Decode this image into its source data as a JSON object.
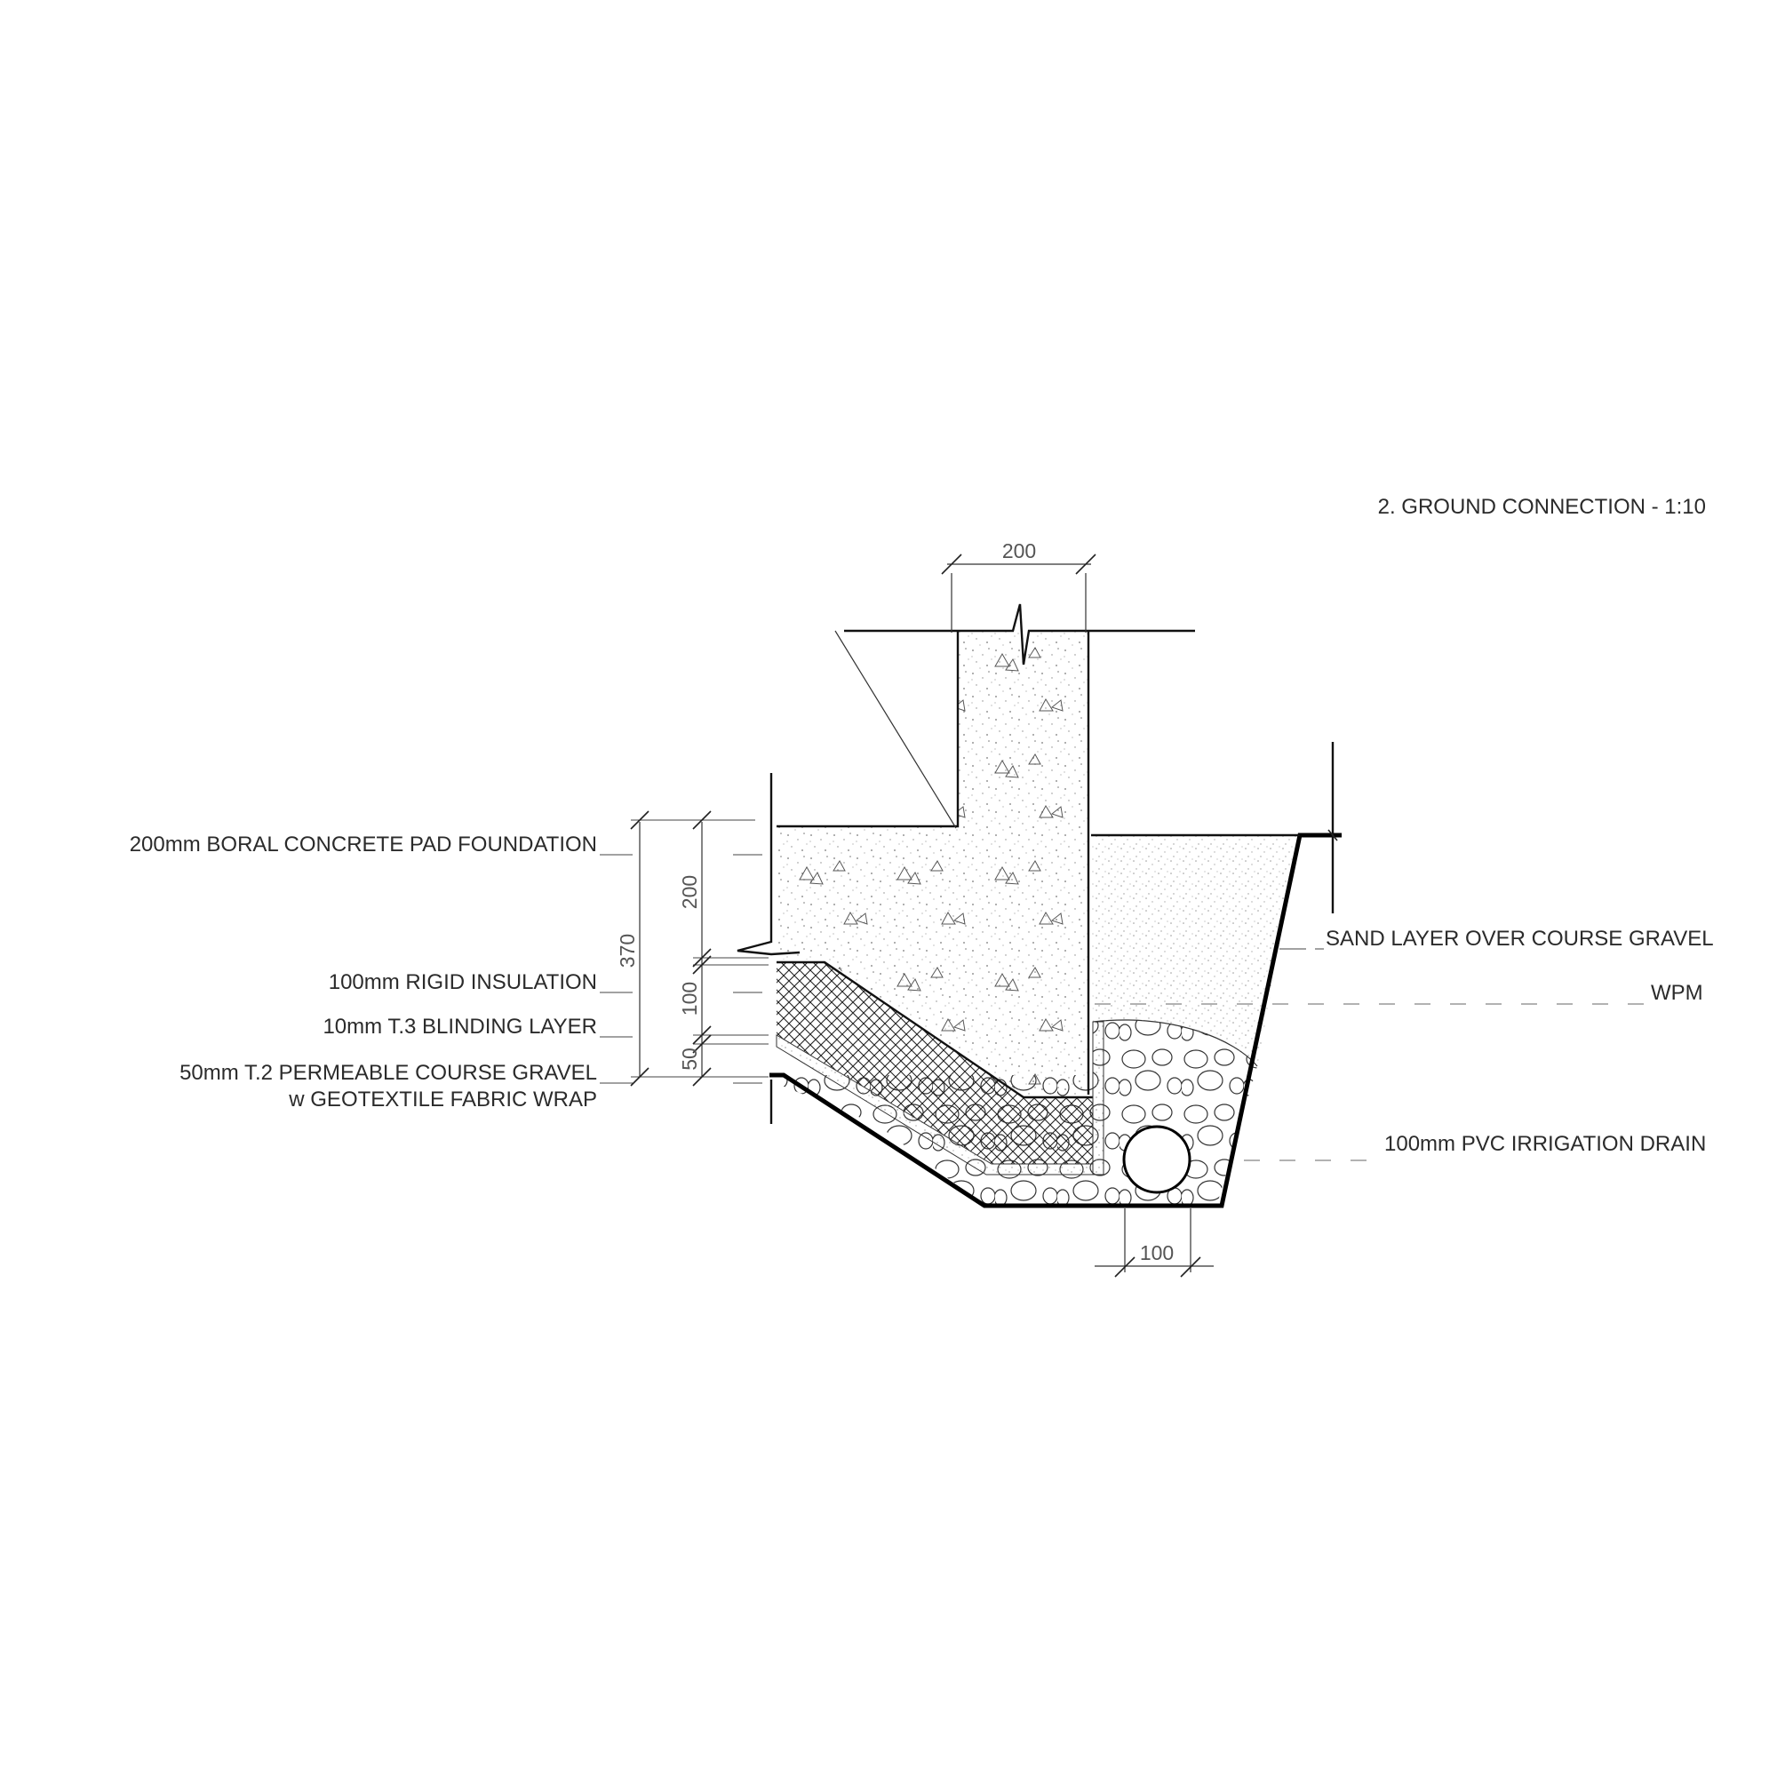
{
  "title": "2. GROUND CONNECTION - 1:10",
  "dimensions": {
    "top_width": "200",
    "foundation_depth": "200",
    "overall_depth": "370",
    "insulation_depth": "100",
    "gravel_depth": "50",
    "drain_width": "100"
  },
  "labels": {
    "concrete_pad": "200mm BORAL CONCRETE PAD FOUNDATION",
    "rigid_insulation": "100mm RIGID INSULATION",
    "blinding_layer": "10mm T.3 BLINDING LAYER",
    "gravel_line1": "50mm T.2 PERMEABLE COURSE GRAVEL",
    "gravel_line2": "w GEOTEXTILE FABRIC WRAP",
    "sand_layer": "SAND LAYER OVER COURSE GRAVEL",
    "wpm": "WPM",
    "drain": "100mm PVC IRRIGATION DRAIN"
  },
  "colors": {
    "line": "#000000",
    "text": "#2b2b2b",
    "background": "#ffffff"
  }
}
